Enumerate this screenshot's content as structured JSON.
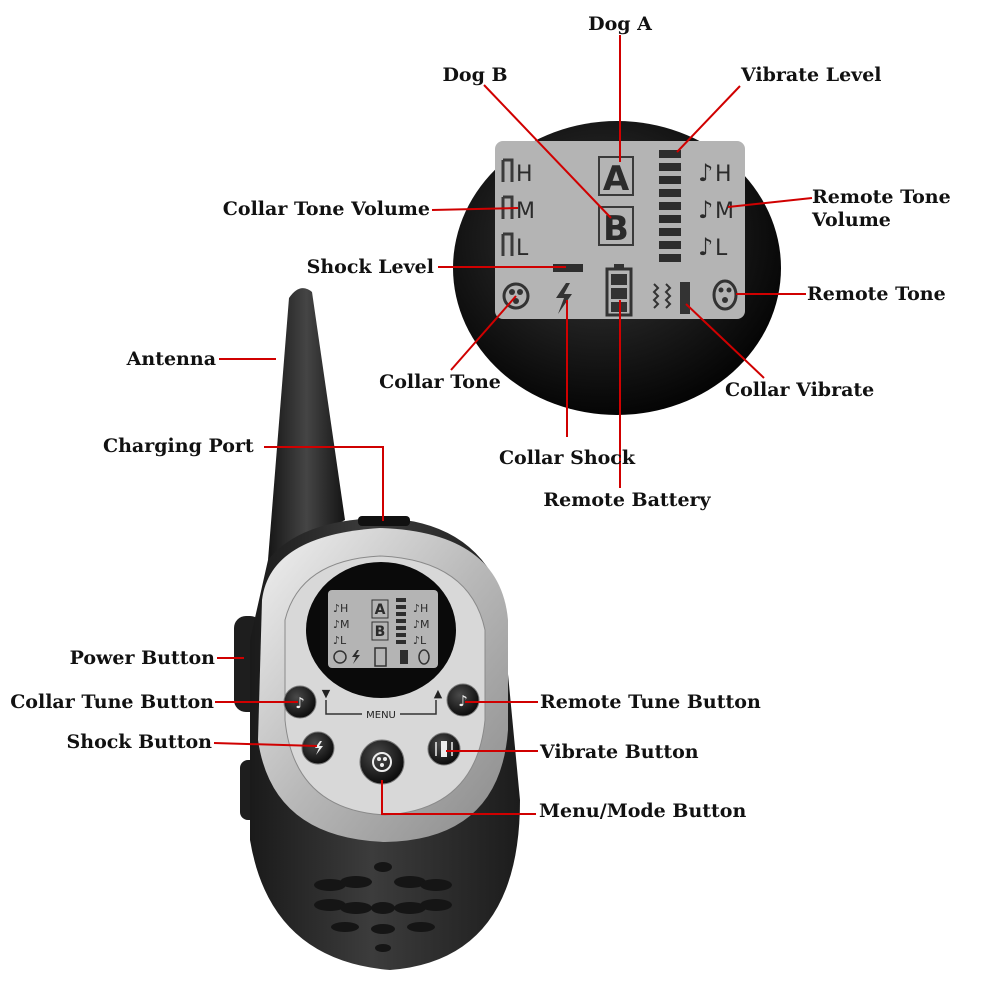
{
  "labels": {
    "dog_a": "Dog A",
    "dog_b": "Dog B",
    "vibrate_level": "Vibrate Level",
    "collar_tone_volume": "Collar Tone Volume",
    "remote_tone_volume_line1": "Remote Tone",
    "remote_tone_volume_line2": "Volume",
    "shock_level": "Shock Level",
    "remote_tone": "Remote Tone",
    "antenna": "Antenna",
    "collar_tone": "Collar Tone",
    "collar_vibrate": "Collar Vibrate",
    "charging_port": "Charging Port",
    "collar_shock": "Collar Shock",
    "remote_battery": "Remote Battery",
    "power_button": "Power Button",
    "collar_tune_button": "Collar Tune Button",
    "remote_tune_button": "Remote Tune Button",
    "shock_button": "Shock Button",
    "vibrate_button": "Vibrate Button",
    "menu_mode_button": "Menu/Mode Button"
  },
  "lcd": {
    "letter_a": "A",
    "letter_b": "B",
    "tone_h": "H",
    "tone_m": "M",
    "tone_l": "L"
  },
  "device": {
    "menu_text": "MENU",
    "arrow_down": "▼",
    "arrow_up": "▲"
  },
  "colors": {
    "leader_line": "#d00000",
    "lcd_background": "#b4b4b4",
    "device_body": "#2c2c2c",
    "device_trim": "#c8c8c8"
  }
}
